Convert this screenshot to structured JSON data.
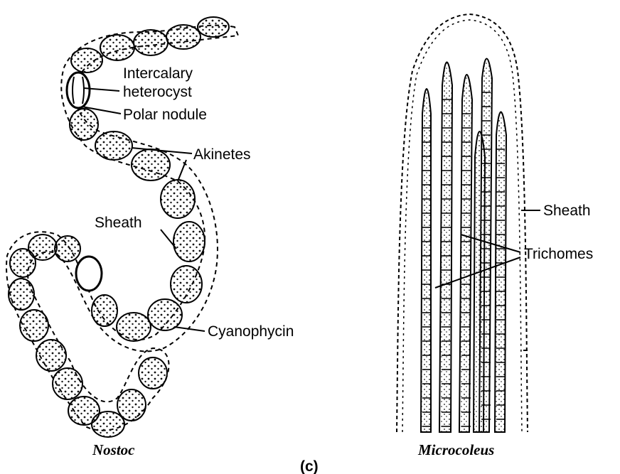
{
  "figure": {
    "panel_label": "(c)",
    "nostoc": {
      "caption": "Nostoc",
      "labels": {
        "intercalary_line1": "Intercalary",
        "intercalary_line2": "heterocyst",
        "polar_nodule": "Polar nodule",
        "akinetes": "Akinetes",
        "sheath": "Sheath",
        "cyanophycin": "Cyanophycin"
      }
    },
    "microcoleus": {
      "caption": "Microcoleus",
      "labels": {
        "sheath": "Sheath",
        "trichomes": "Trichomes"
      }
    }
  }
}
